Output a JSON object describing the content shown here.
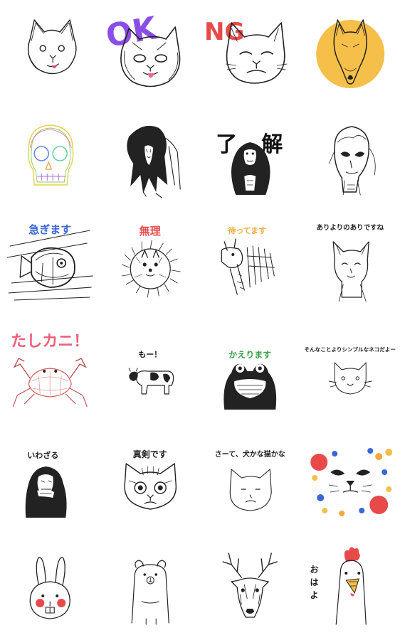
{
  "stickers": [
    {
      "caption": ""
    },
    {
      "caption": "OK"
    },
    {
      "caption": "NG"
    },
    {
      "caption": ""
    },
    {
      "caption": ""
    },
    {
      "caption": ""
    },
    {
      "caption": "了　解"
    },
    {
      "caption": ""
    },
    {
      "caption": "急ぎます"
    },
    {
      "caption": "無理"
    },
    {
      "caption": "待ってます"
    },
    {
      "caption": "ありよりのありですね"
    },
    {
      "caption": "たしカニ！"
    },
    {
      "caption": "もー！"
    },
    {
      "caption": "かえります"
    },
    {
      "caption": "そんなことよりシンプルなネコだよー"
    },
    {
      "caption": "いわざる"
    },
    {
      "caption": "真剣です"
    },
    {
      "caption": "さーて、犬かな猫かな"
    },
    {
      "caption": ""
    },
    {
      "caption": ""
    },
    {
      "caption": ""
    },
    {
      "caption": ""
    },
    {
      "caption": "おはよ"
    }
  ],
  "colors": {
    "ok": "#8a4de8",
    "ng": "#e84a4a",
    "yellow_circle": "#f5bf4a",
    "blue": "#3a66d8",
    "red": "#e84a4a",
    "orange": "#f2a93b",
    "pink": "#f0607a",
    "green": "#3aa04a"
  }
}
